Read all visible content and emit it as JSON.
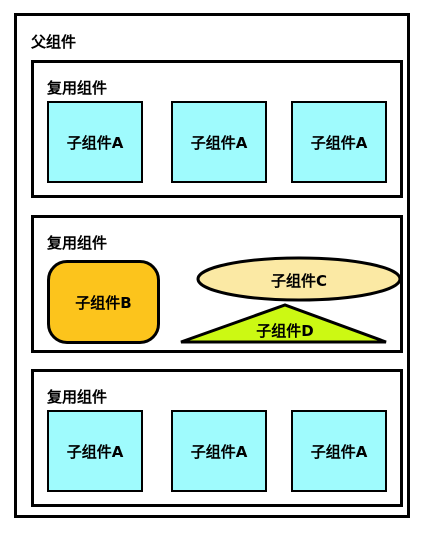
{
  "parent": {
    "title": "父组件"
  },
  "reuse_top": {
    "title": "复用组件",
    "children": [
      "子组件A",
      "子组件A",
      "子组件A"
    ]
  },
  "reuse_middle": {
    "title": "复用组件",
    "child_b": "子组件B",
    "child_c": "子组件C",
    "child_d": "子组件D"
  },
  "reuse_bottom": {
    "title": "复用组件",
    "children": [
      "子组件A",
      "子组件A",
      "子组件A"
    ]
  },
  "colors": {
    "cyan_box": "#9ffbfd",
    "orange_box": "#fcc41c",
    "ellipse": "#fbe9a4",
    "triangle": "#ccf913"
  }
}
